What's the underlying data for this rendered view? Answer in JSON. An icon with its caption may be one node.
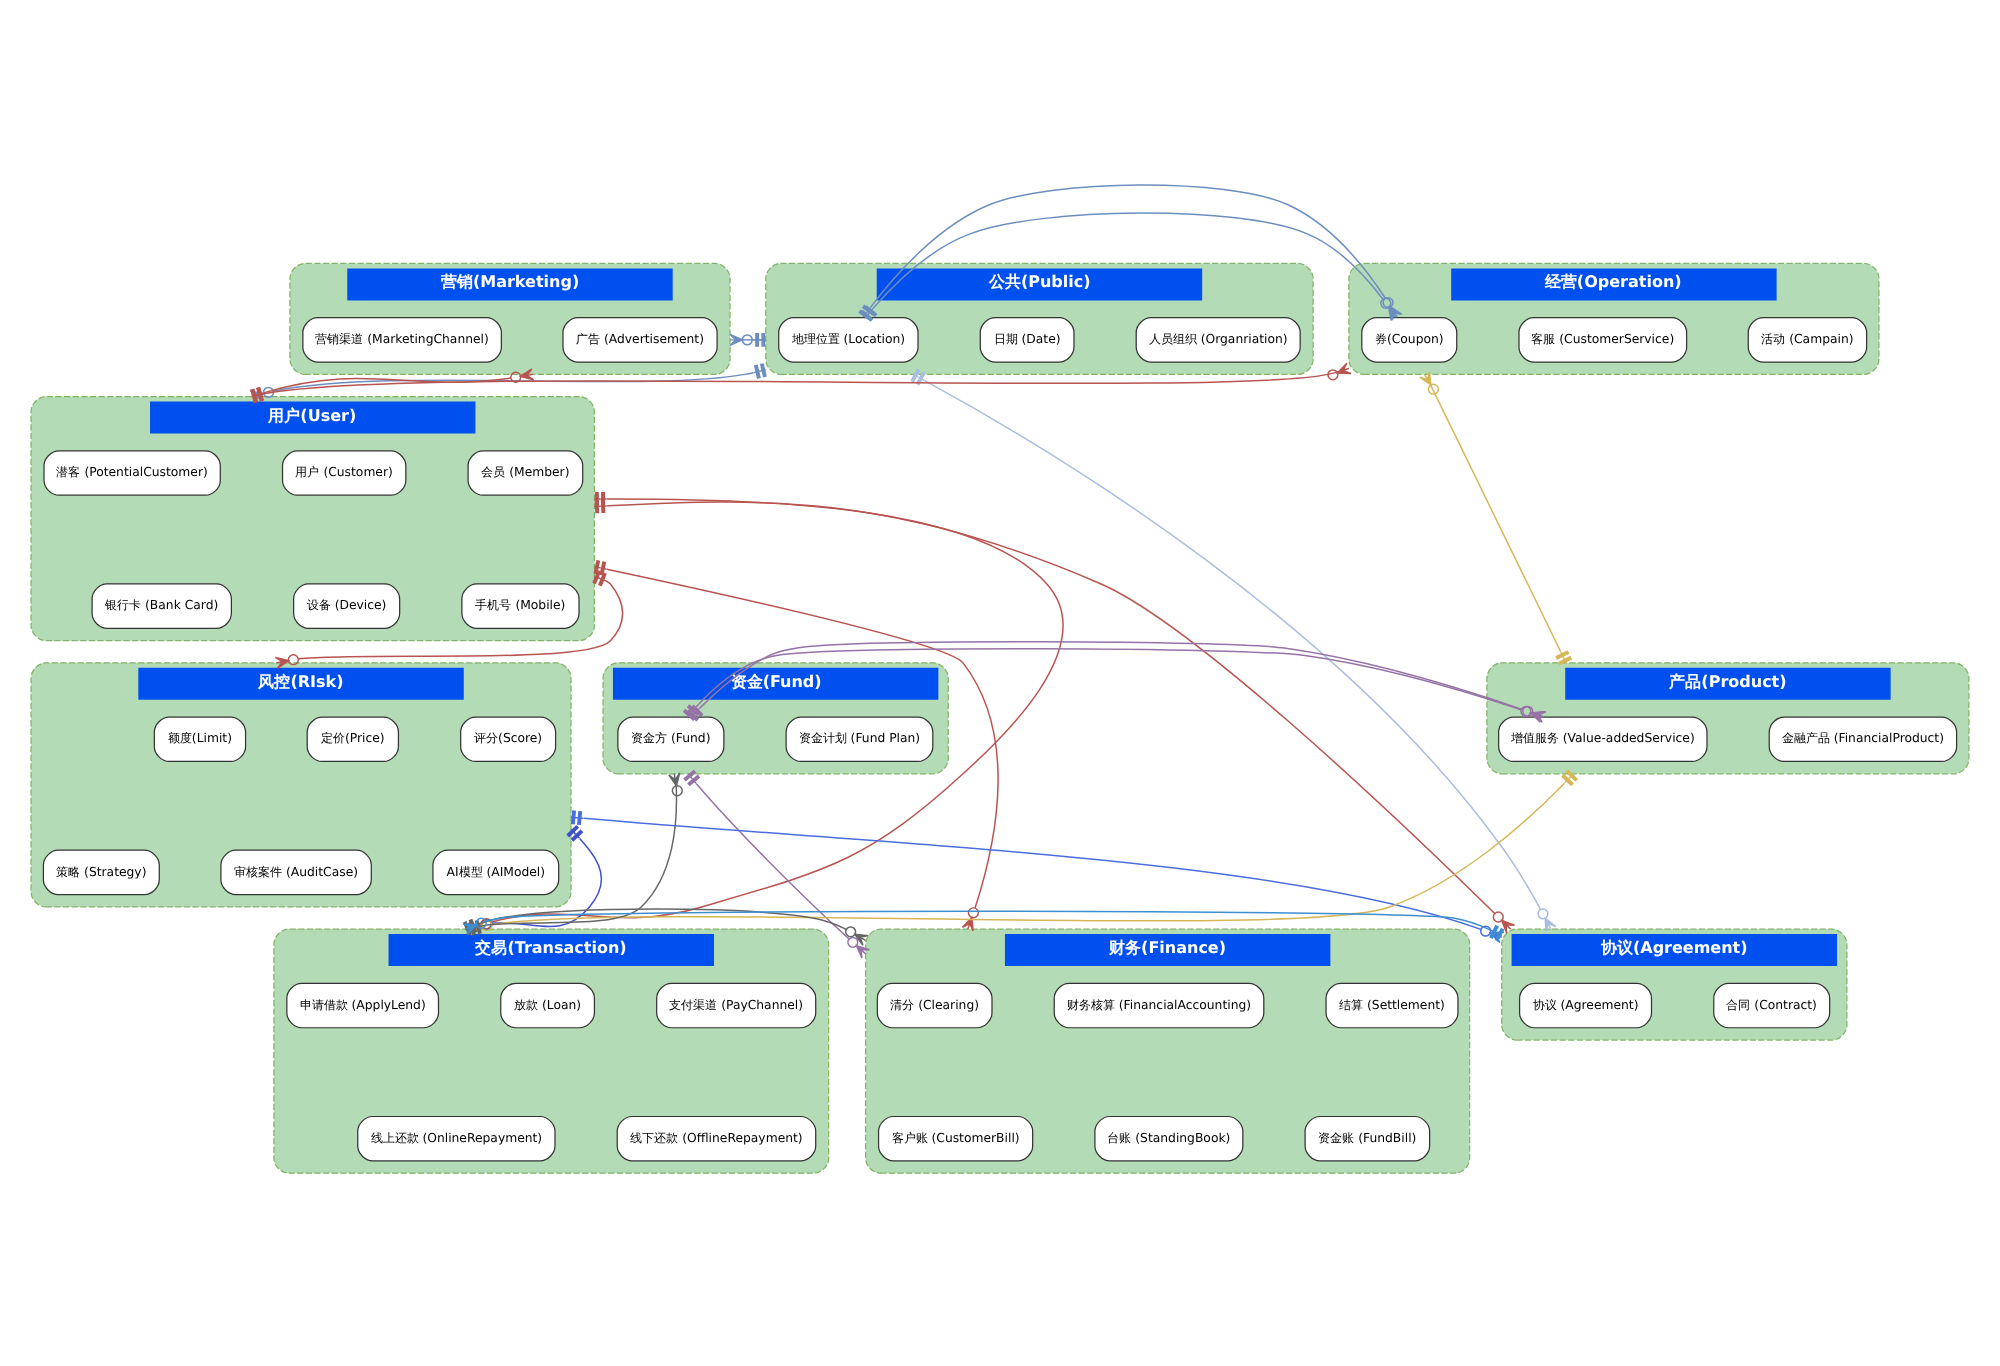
{
  "diagram": {
    "nodes": [
      {
        "text": [
          "营销(Marketing)"
        ]
      },
      {
        "text": [
          "广告 (Advertisement)"
        ],
        "in": 0
      },
      {
        "text": [
          "营销渠道 (MarketingChannel)"
        ],
        "in": 0
      },
      {
        "text": [
          "公共(Public)"
        ]
      },
      {
        "text": [
          "地理位置 (Location)"
        ],
        "in": 3
      },
      {
        "text": [
          "日期 (Date)"
        ],
        "in": 3
      },
      {
        "text": [
          "人员组织 (Organriation)"
        ],
        "in": 3
      },
      {
        "text": [
          "经营(Operation)"
        ]
      },
      {
        "text": [
          "券(Coupon)"
        ],
        "in": 7
      },
      {
        "text": [
          "客服 (CustomerService)"
        ],
        "in": 7
      },
      {
        "text": [
          "活动 (Campain)"
        ],
        "in": 7
      },
      {
        "text": [
          "用户(User)"
        ]
      },
      {
        "text": [
          "潜客 (PotentialCustomer)"
        ],
        "in": 11
      },
      {
        "text": [
          "用户 (Customer)"
        ],
        "in": 11
      },
      {
        "text": [
          "会员 (Member)"
        ],
        "in": 11
      },
      {
        "text": [
          "银行卡 (Bank Card)"
        ],
        "in": 11
      },
      {
        "text": [
          "设备 (Device)"
        ],
        "in": 11
      },
      {
        "text": [
          "手机号 (Mobile)"
        ],
        "in": 11
      },
      {
        "text": [
          "资金(Fund)"
        ]
      },
      {
        "text": [
          "资金方 (Fund)"
        ],
        "in": 18
      },
      {
        "text": [
          "资金计划 (Fund Plan)"
        ],
        "in": 18
      },
      {
        "text": [
          "产品(Product)"
        ]
      },
      {
        "text": [
          "增值服务 (Value-addedService)"
        ],
        "in": 21
      },
      {
        "text": [
          "金融产品 (FinancialProduct)"
        ],
        "in": 21
      },
      {
        "text": [
          "风控(RIsk)"
        ]
      },
      {
        "text": [
          "额度(Limit)"
        ],
        "in": 24
      },
      {
        "text": [
          "定价(Price)"
        ],
        "in": 24
      },
      {
        "text": [
          "评分(Score)"
        ],
        "in": 24
      },
      {
        "text": [
          "策略 (Strategy)"
        ],
        "in": 24
      },
      {
        "text": [
          "审核案件 (AuditCase)"
        ],
        "in": 24
      },
      {
        "text": [
          "AI模型 (AIModel)"
        ],
        "in": 24
      },
      {
        "text": [
          "财务(Finance)"
        ]
      },
      {
        "text": [
          "清分 (Clearing)"
        ],
        "in": 31
      },
      {
        "text": [
          "财务核算 (FinancialAccounting)"
        ],
        "in": 31
      },
      {
        "text": [
          "结算 (Settlement)"
        ],
        "in": 31
      },
      {
        "text": [
          "客户账 (CustomerBill)"
        ],
        "in": 31
      },
      {
        "text": [
          "台账 (StandingBook)"
        ],
        "in": 31
      },
      {
        "text": [
          "资金账 (FundBill)"
        ],
        "in": 31
      },
      {
        "text": [
          "交易(Transaction)"
        ]
      },
      {
        "text": [
          "申请借款 (ApplyLend)"
        ],
        "in": 38
      },
      {
        "text": [
          "放款 (Loan)"
        ],
        "in": 38
      },
      {
        "text": [
          "支付渠道 (PayChannel)"
        ],
        "in": 38
      },
      {
        "text": [
          "线上还款 (OnlineRepayment)"
        ],
        "in": 38
      },
      {
        "text": [
          "线下还款 (OfflineRepayment)"
        ],
        "in": 38
      },
      {
        "text": [
          "协议(Agreement)"
        ]
      },
      {
        "text": [
          "协议 (Agreement)"
        ],
        "in": 44
      },
      {
        "text": [
          "合同 (Contract)"
        ],
        "in": 44
      }
    ],
    "edges": [
      {
        "from": 3,
        "to": 0,
        "arrow": "other",
        "color": "#6c8ebf"
      },
      {
        "from": 11,
        "to": 0,
        "arrow": "other"
      },
      {
        "from": 3,
        "to": 11,
        "arrow": "other",
        "color": "#6c8ebf"
      },
      {
        "from": 3,
        "to": 7,
        "arrow": "other",
        "color": "#6c8ebf"
      },
      {
        "from": 11,
        "to": 7,
        "arrow": "other"
      },
      {
        "from": 21,
        "to": 7,
        "arrow": "other",
        "color": "#d6b656"
      },
      {
        "from": 11,
        "to": 24,
        "arrow": "other"
      },
      {
        "from": 18,
        "to": 21,
        "arrow": "other",
        "color": "#9673a6"
      },
      {
        "from": 38,
        "to": 18,
        "arrow": "other",
        "color": "#666666"
      },
      {
        "from": 11,
        "to": 31,
        "arrow": "other"
      },
      {
        "from": 38,
        "to": 31,
        "arrow": "other",
        "color": "#666666"
      },
      {
        "from": 18,
        "to": 31,
        "arrow": "other",
        "color": "#9673a6"
      },
      {
        "from": 24,
        "to": 38,
        "arrow": "other",
        "color": "#3f51c8"
      },
      {
        "from": 24,
        "to": 44,
        "arrow": "other",
        "color": "#4a6ee0"
      },
      {
        "from": 21,
        "to": 38,
        "arrow": "other",
        "color": "#d6b656"
      },
      {
        "from": 11,
        "to": 38,
        "arrow": "other"
      },
      {
        "from": 11,
        "to": 44,
        "arrow": "other"
      },
      {
        "from": 44,
        "to": 38,
        "arrow": "other",
        "color": "#3d8fd0"
      },
      {
        "from": 3,
        "to": 44,
        "arrow": "other",
        "color": "#a9bde0"
      }
    ]
  }
}
